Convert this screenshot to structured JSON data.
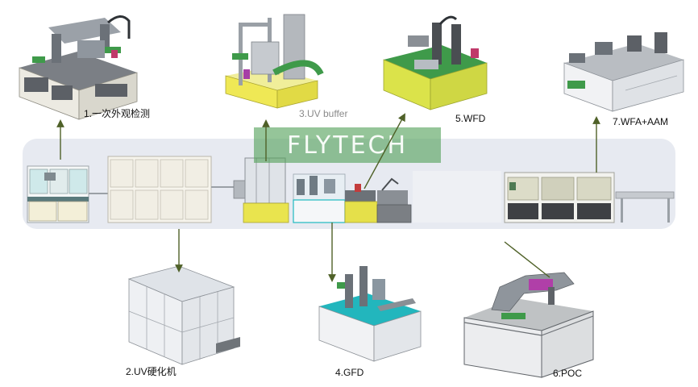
{
  "watermark": "FLYTECH",
  "stations": [
    {
      "id": "s1",
      "label": "1.一次外观检测"
    },
    {
      "id": "s2",
      "label": "2.UV硬化机"
    },
    {
      "id": "s3",
      "label": "3.UV buffer"
    },
    {
      "id": "s4",
      "label": "4.GFD"
    },
    {
      "id": "s5",
      "label": "5.WFD"
    },
    {
      "id": "s6",
      "label": "6.POC"
    },
    {
      "id": "s7",
      "label": "7.WFA+AAM"
    }
  ],
  "colors": {
    "arrow": "#4f6128",
    "panel_white": "#f4f4f4",
    "panel_gray": "#c9ccd1",
    "steel_dark": "#5a5c60",
    "accent_yellow": "#e5e04a",
    "accent_teal": "#1fb9c0",
    "accent_green": "#3f9a4a"
  }
}
